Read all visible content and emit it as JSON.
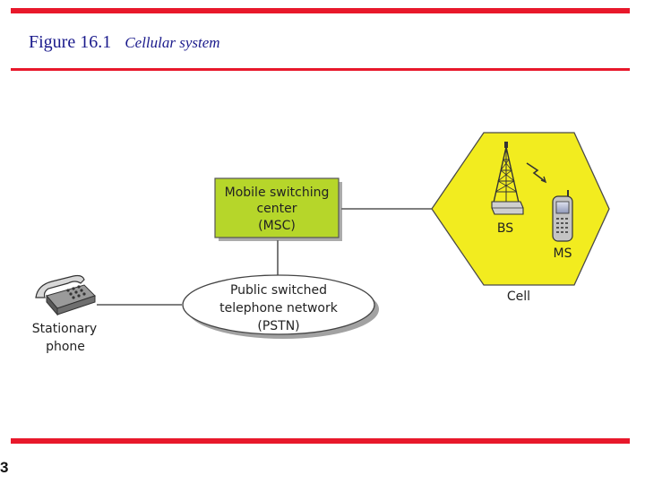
{
  "slide": {
    "figure_label": "Figure 16.1",
    "caption": "Cellular system",
    "page_number": "3"
  },
  "diagram": {
    "msc": {
      "lines": [
        "Mobile switching",
        "center",
        "(MSC)"
      ]
    },
    "pstn": {
      "lines": [
        "Public switched",
        "telephone network",
        "(PSTN)"
      ]
    },
    "stationary_phone": {
      "lines": [
        "Stationary",
        "phone"
      ]
    },
    "base_station": {
      "label": "BS"
    },
    "mobile_station": {
      "label": "MS"
    },
    "cell": {
      "label": "Cell"
    }
  },
  "colors": {
    "accent_bar": "#e8182b",
    "title_text": "#1a1a8c",
    "cell_fill": "#f2ec1f",
    "msc_fill": "#b6d62a"
  }
}
